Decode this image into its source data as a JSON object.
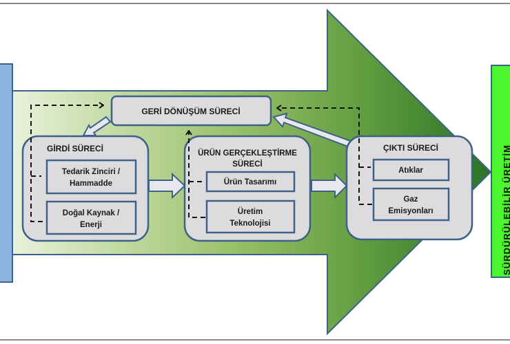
{
  "diagram": {
    "title_box": {
      "label": "GERİ DÖNÜŞÜM SÜRECİ"
    },
    "processes": [
      {
        "id": "girdi",
        "title": "GİRDİ SÜRECİ",
        "items": [
          [
            "Tedarik Zinciri /",
            "Hammadde"
          ],
          [
            "Doğal Kaynak /",
            "Enerji"
          ]
        ]
      },
      {
        "id": "urun",
        "title": [
          "ÜRÜN GERÇEKLEŞTİRME",
          "SÜRECİ"
        ],
        "items": [
          [
            "Ürün Tasarımı"
          ],
          [
            "Üretim",
            "Teknolojisi"
          ]
        ]
      },
      {
        "id": "cikti",
        "title": "ÇIKTI SÜRECİ",
        "items": [
          [
            "Atıklar"
          ],
          [
            "Gaz",
            "Emisyonları"
          ]
        ]
      }
    ],
    "right_panel": {
      "label": "SÜRDÜRÜLEBİLİR ÜRETİM"
    },
    "colors": {
      "left_panel": "#8DB4E2",
      "right_panel": "#4CF52E",
      "box_fill": "#DCDCDE",
      "box_border": "#3D6188",
      "arrow_light": "#E6F0D6",
      "arrow_mid": "#7FAF4F",
      "arrow_dark": "#2E7A2A"
    }
  }
}
